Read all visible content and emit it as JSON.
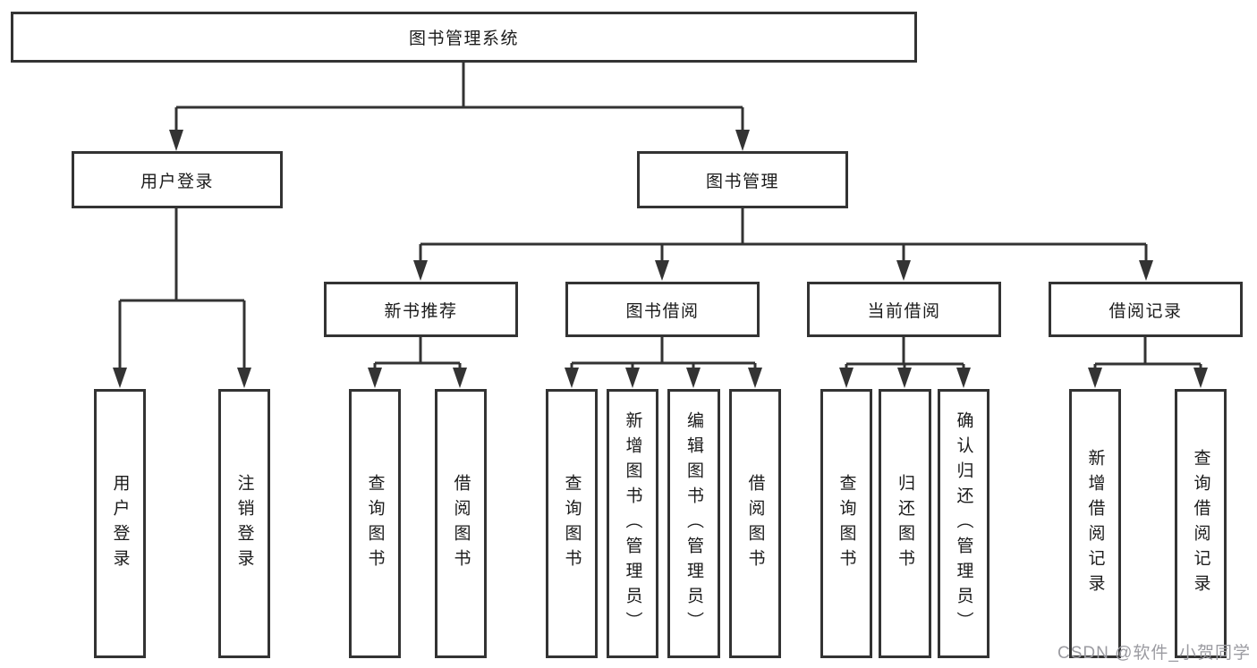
{
  "diagram": {
    "root": {
      "label": "图书管理系统"
    },
    "level2": [
      {
        "label": "用户登录"
      },
      {
        "label": "图书管理"
      }
    ],
    "level3": [
      {
        "label": "新书推荐"
      },
      {
        "label": "图书借阅"
      },
      {
        "label": "当前借阅"
      },
      {
        "label": "借阅记录"
      }
    ],
    "leaves": {
      "user_login": [
        "用户登录",
        "注销登录"
      ],
      "new_book_rec": [
        "查询图书",
        "借阅图书"
      ],
      "book_borrow": [
        "查询图书",
        "新增图书（管理员）",
        "编辑图书（管理员）",
        "借阅图书"
      ],
      "current_borrow": [
        "查询图书",
        "归还图书",
        "确认归还（管理员）"
      ],
      "borrow_records": [
        "新增借阅记录",
        "查询借阅记录"
      ]
    }
  },
  "watermark": {
    "text": "CSDN @软件_小贺同学",
    "color": "#9b9ba1"
  },
  "colors": {
    "line": "#333333",
    "box_border": "#333333",
    "box_fill": "#ffffff",
    "text": "#1b1b1b",
    "background": "#ffffff"
  }
}
